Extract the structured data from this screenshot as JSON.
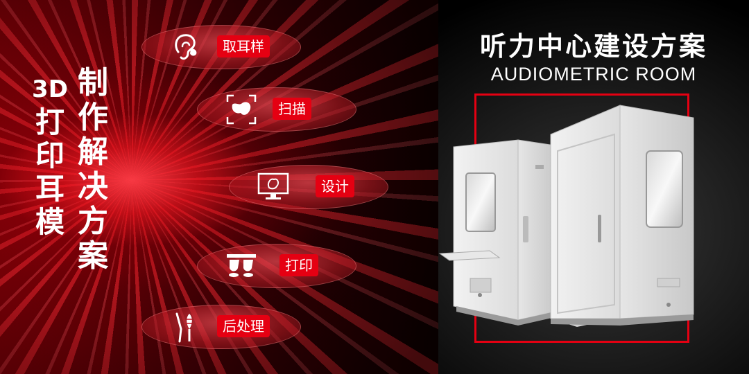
{
  "left": {
    "vertical_text_1": [
      "3D",
      "打",
      "印",
      "耳",
      "模"
    ],
    "vertical_text_2": [
      "制",
      "作",
      "解",
      "决",
      "方",
      "案"
    ],
    "steps": [
      {
        "label": "取耳样",
        "icon": "ear-icon"
      },
      {
        "label": "扫描",
        "icon": "scan-icon"
      },
      {
        "label": "设计",
        "icon": "monitor-design-icon"
      },
      {
        "label": "打印",
        "icon": "printer-nozzle-icon"
      },
      {
        "label": "后处理",
        "icon": "post-process-icon"
      }
    ]
  },
  "right": {
    "title": "听力中心建设方案",
    "subtitle": "AUDIOMETRIC ROOM"
  },
  "colors": {
    "accent_red": "#e50012",
    "background_dark": "#000000",
    "text_white": "#ffffff"
  }
}
